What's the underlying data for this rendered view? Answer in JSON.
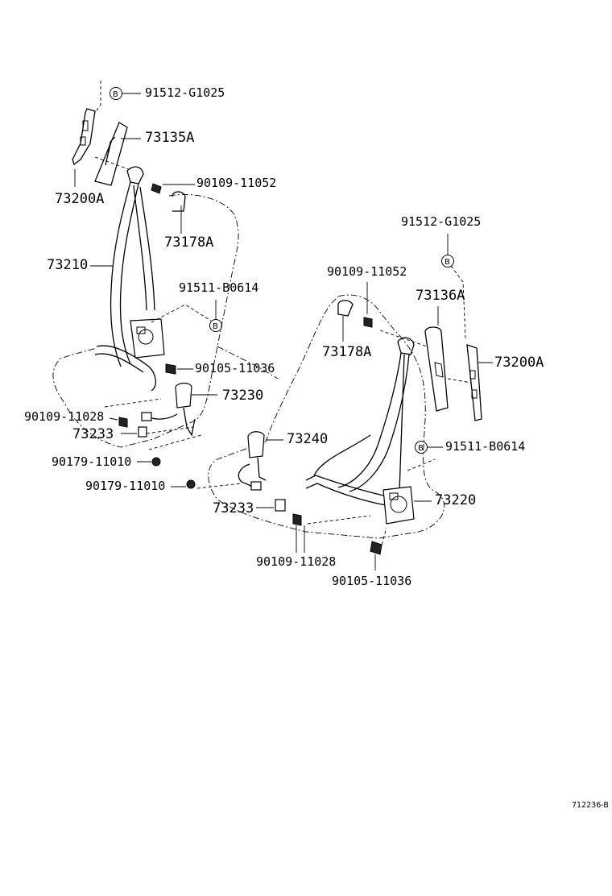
{
  "diagram_id": "712236-B",
  "callout_letter": "B",
  "left_assembly": {
    "labels": {
      "bolt_top": "91512-G1025",
      "cover": "73135A",
      "screw_top": "90109-11052",
      "anchor_plate": "73200A",
      "guide": "73178A",
      "belt": "73210",
      "bolt_mid": "91511-B0614",
      "bolt_retractor": "90105-11036",
      "buckle": "73230",
      "screw_buckle": "90109-11028",
      "clip": "73233",
      "nut": "90179-11010"
    }
  },
  "right_assembly": {
    "labels": {
      "bolt_top": "91512-G1025",
      "screw_top": "90109-11052",
      "cover": "73136A",
      "guide": "73178A",
      "anchor_plate": "73200A",
      "bolt_mid": "91511-B0614",
      "buckle": "73240",
      "nut": "90179-11010",
      "clip": "73233",
      "retractor": "73220",
      "screw_buckle": "90109-11028",
      "bolt_retractor": "90105-11036"
    }
  }
}
